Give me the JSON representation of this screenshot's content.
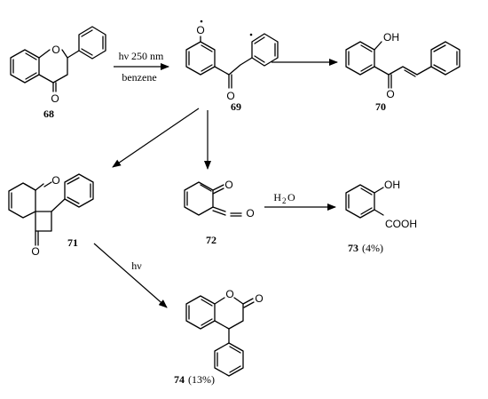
{
  "compounds": {
    "c68": {
      "number": "68"
    },
    "c69": {
      "number": "69"
    },
    "c70": {
      "number": "70"
    },
    "c71": {
      "number": "71"
    },
    "c72": {
      "number": "72"
    },
    "c73": {
      "number": "73",
      "yield": "(4%)"
    },
    "c74": {
      "number": "74",
      "yield": "(13%)"
    }
  },
  "atoms": {
    "O": "O",
    "OH": "OH",
    "COOH": "COOH"
  },
  "conditions": {
    "step1_top": "hν 250 nm",
    "step1_bottom": "benzene",
    "water_H": "H",
    "water_sub": "2",
    "water_O": "O",
    "photolysis": "hν"
  }
}
